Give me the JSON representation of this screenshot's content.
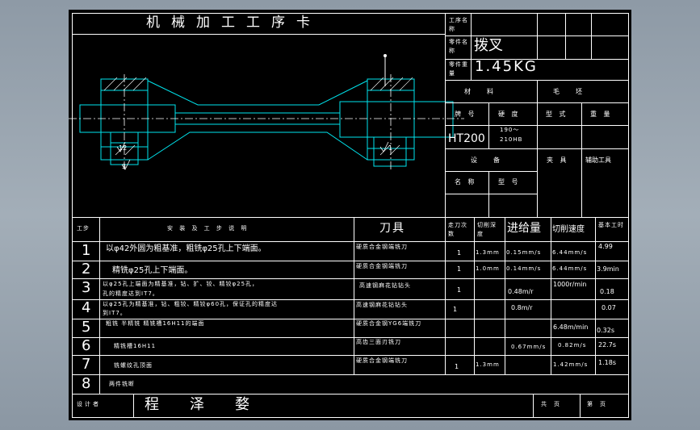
{
  "card_title": "机械加工工序卡",
  "header": {
    "process_name_label": "工序名称",
    "part_name_label": "零件名称",
    "part_name": "拨叉",
    "part_weight_label": "零件重量",
    "part_weight": "1.45KG"
  },
  "material": {
    "material_label": "材　料",
    "blank_label": "毛　坯",
    "grade_label": "牌 号",
    "hardness_label": "硬 度",
    "type_label": "型 式",
    "weight_label": "重 量",
    "grade": "HT200",
    "hardness_line1": "190～",
    "hardness_line2": "210HB"
  },
  "equipment": {
    "equipment_label": "设　备",
    "fixture_label": "夹 具",
    "aux_tool_label": "辅助工具",
    "name_label": "名 称",
    "model_label": "型 号"
  },
  "drawing_labels": {
    "ra_left": "12",
    "ra_left_bottom": "3",
    "ra_right": "1"
  },
  "steps_header": {
    "step": "工步",
    "description": "安 装 及 工 步 说 明",
    "tool": "刀具",
    "passes": "走刀次数",
    "depth": "切削深度",
    "feed": "进给量",
    "speed": "切削速度",
    "time": "基本工时"
  },
  "steps": [
    {
      "no": "1",
      "desc": "以φ42外圆为粗基准，粗铣φ25孔上下端面。",
      "tool": "硬质合金钢端铣刀",
      "passes": "1",
      "depth": "1.3mm",
      "feed": "0.15mm/s",
      "speed": "6.44mm/s",
      "time": "4.99"
    },
    {
      "no": "2",
      "desc": "精铣φ25孔上下端面。",
      "tool": "硬质合金钢端铣刀",
      "passes": "1",
      "depth": "1.0mm",
      "feed": "0.14mm/s",
      "speed": "6.44mm/s",
      "time": "3.9min"
    },
    {
      "no": "3",
      "desc": "以φ25孔上端面为精基准，钻、扩、铰、精铰φ25孔，",
      "desc2": "孔的精度达到IT7。",
      "tool": "高速钢麻花钻钻头",
      "passes": "1",
      "depth": "",
      "feed": "0.48m/r",
      "speed": "1000r/min",
      "time": "0.18"
    },
    {
      "no": "4",
      "desc": "以φ25孔为精基准，钻、粗铰、精铰φ60孔，保证孔的精度达",
      "desc2": "到IT7。",
      "tool": "高速钢麻花钻钻头",
      "passes": "1",
      "depth": "",
      "feed": "0.8m/r",
      "speed": "",
      "time": "0.07"
    },
    {
      "no": "5",
      "desc": "粗铣 半精铣 精铣槽16H11的端面",
      "tool": "硬质合金钢YG6端铣刀",
      "passes": "",
      "depth": "",
      "feed": "",
      "speed": "6.48m/min",
      "time": "0.32s"
    },
    {
      "no": "6",
      "desc": "精铣槽16H11",
      "tool": "高齿三面刃铣刀",
      "passes": "",
      "depth": "",
      "feed": "0.67mm/s",
      "speed": "0.82m/s",
      "time": "22.7s"
    },
    {
      "no": "7",
      "desc": "铣螺纹孔顶面",
      "tool": "硬质合金钢端铣刀",
      "passes": "1",
      "depth": "1.3mm",
      "feed": "",
      "speed": "1.42mm/s",
      "time": "1.18s"
    },
    {
      "no": "8",
      "desc": "两件铣断",
      "tool": "",
      "passes": "",
      "depth": "",
      "feed": "",
      "speed": "",
      "time": ""
    }
  ],
  "footer": {
    "designer_label": "设计者",
    "designer": "程　泽　婺",
    "total_pages_label": "共　页",
    "page_label": "第　页"
  },
  "colors": {
    "background": "#000000",
    "table_lines": "#ffffff",
    "part_outline": "#00e5ee",
    "hatch": "#ffffff"
  }
}
